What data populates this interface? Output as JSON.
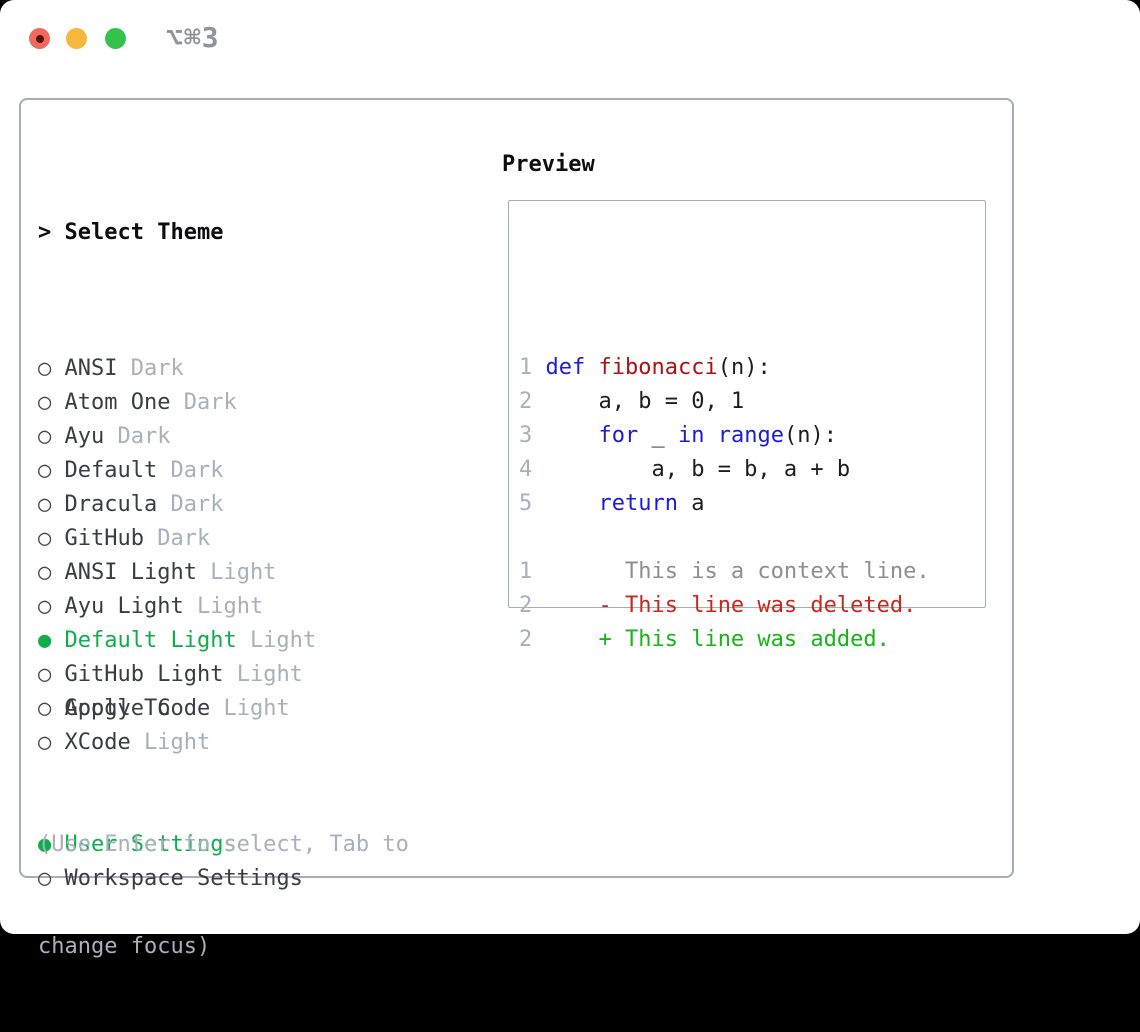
{
  "window": {
    "shortcut": "⌥⌘3",
    "traffic_lights": [
      {
        "name": "close",
        "color": "#ee6a5f"
      },
      {
        "name": "minimize",
        "color": "#f6b73c"
      },
      {
        "name": "zoom",
        "color": "#35c24a"
      }
    ]
  },
  "markers": {
    "selected": "●",
    "unselected": "○",
    "focus": ">"
  },
  "theme_picker": {
    "title_marker": ">",
    "title": "Select Theme",
    "themes": [
      {
        "name": "ANSI",
        "variant": "Dark",
        "selected": false
      },
      {
        "name": "Atom One",
        "variant": "Dark",
        "selected": false
      },
      {
        "name": "Ayu",
        "variant": "Dark",
        "selected": false
      },
      {
        "name": "Default",
        "variant": "Dark",
        "selected": false
      },
      {
        "name": "Dracula",
        "variant": "Dark",
        "selected": false
      },
      {
        "name": "GitHub",
        "variant": "Dark",
        "selected": false
      },
      {
        "name": "ANSI Light",
        "variant": "Light",
        "selected": false
      },
      {
        "name": "Ayu Light",
        "variant": "Light",
        "selected": false
      },
      {
        "name": "Default Light",
        "variant": "Light",
        "selected": true
      },
      {
        "name": "GitHub Light",
        "variant": "Light",
        "selected": false
      },
      {
        "name": "Google Code",
        "variant": "Light",
        "selected": false
      },
      {
        "name": "XCode",
        "variant": "Light",
        "selected": false
      }
    ],
    "apply_to": {
      "title": "Apply To",
      "options": [
        {
          "label": "User Settings",
          "selected": true
        },
        {
          "label": "Workspace Settings",
          "selected": false
        }
      ]
    },
    "help_lines": [
      "(Use Enter to select, Tab to",
      "change focus)"
    ]
  },
  "preview": {
    "title": "Preview",
    "lines": [
      [
        [
          "1",
          "ln"
        ],
        [
          " ",
          "pl"
        ],
        [
          "def",
          "kw"
        ],
        [
          " ",
          "pl"
        ],
        [
          "fibonacci",
          "fn"
        ],
        [
          "(n):",
          "pl"
        ]
      ],
      [
        [
          "2",
          "ln"
        ],
        [
          "     ",
          "pl"
        ],
        [
          "a, b = 0, 1",
          "pl"
        ]
      ],
      [
        [
          "3",
          "ln"
        ],
        [
          "     ",
          "pl"
        ],
        [
          "for",
          "kw"
        ],
        [
          " _ ",
          "pl"
        ],
        [
          "in",
          "kw"
        ],
        [
          " ",
          "pl"
        ],
        [
          "range",
          "kw"
        ],
        [
          "(n):",
          "pl"
        ]
      ],
      [
        [
          "4",
          "ln"
        ],
        [
          "         ",
          "pl"
        ],
        [
          "a, b = b, a + b",
          "pl"
        ]
      ],
      [
        [
          "5",
          "ln"
        ],
        [
          "     ",
          "pl"
        ],
        [
          "return",
          "kw"
        ],
        [
          " a",
          "pl"
        ]
      ],
      [],
      [
        [
          "1",
          "ln"
        ],
        [
          "       ",
          "pl"
        ],
        [
          "This is a context line.",
          "ctx"
        ]
      ],
      [
        [
          "2",
          "ln"
        ],
        [
          "     ",
          "pl"
        ],
        [
          "- This line was deleted.",
          "del"
        ]
      ],
      [
        [
          "2",
          "ln"
        ],
        [
          "     ",
          "pl"
        ],
        [
          "+ This line was added.",
          "add"
        ]
      ]
    ]
  },
  "colors": {
    "green": "#0fae4b",
    "gray-light": "#a8b0bd",
    "dark": "#383c44",
    "near-black": "#0d0d0f",
    "border": "#a5adb9",
    "kw": "#1c1cd6",
    "fn": "#a81414",
    "code": "#1d1d1f",
    "ctx": "#8e8e8e",
    "del": "#c8281c",
    "add": "#17b517",
    "tl-red": "#ee6a5f",
    "tl-red-dot": "#5c100a",
    "tl-yellow": "#f6b73c",
    "tl-green": "#35c24a"
  }
}
